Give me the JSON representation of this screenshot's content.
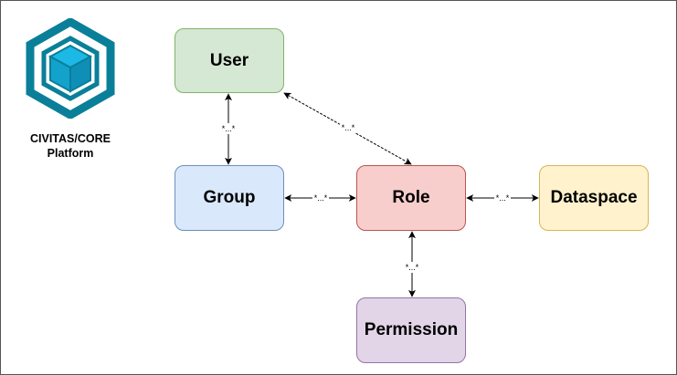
{
  "platform": {
    "logo_icon": "civitas-core-hexagon-cube-icon",
    "line1": "CIVITAS/CORE",
    "line2": "Platform"
  },
  "nodes": {
    "user": {
      "label": "User",
      "fill": "#d5e8d4",
      "stroke": "#82b366"
    },
    "group": {
      "label": "Group",
      "fill": "#dae8fc",
      "stroke": "#6c8ebf"
    },
    "role": {
      "label": "Role",
      "fill": "#f8cecc",
      "stroke": "#b85450"
    },
    "dataspace": {
      "label": "Dataspace",
      "fill": "#fff2cc",
      "stroke": "#d6b656"
    },
    "permission": {
      "label": "Permission",
      "fill": "#e1d5e7",
      "stroke": "#9673a6"
    }
  },
  "edges": [
    {
      "from": "user",
      "to": "group",
      "label": "*...*"
    },
    {
      "from": "user",
      "to": "role",
      "label": "*...*"
    },
    {
      "from": "group",
      "to": "role",
      "label": "*...*"
    },
    {
      "from": "role",
      "to": "dataspace",
      "label": "*...*"
    },
    {
      "from": "role",
      "to": "permission",
      "label": "*...*"
    }
  ],
  "colors": {
    "logo_teal": "#0a7f99",
    "logo_cyan": "#1cb8e6",
    "edge": "#000000",
    "frame": "#555555"
  }
}
